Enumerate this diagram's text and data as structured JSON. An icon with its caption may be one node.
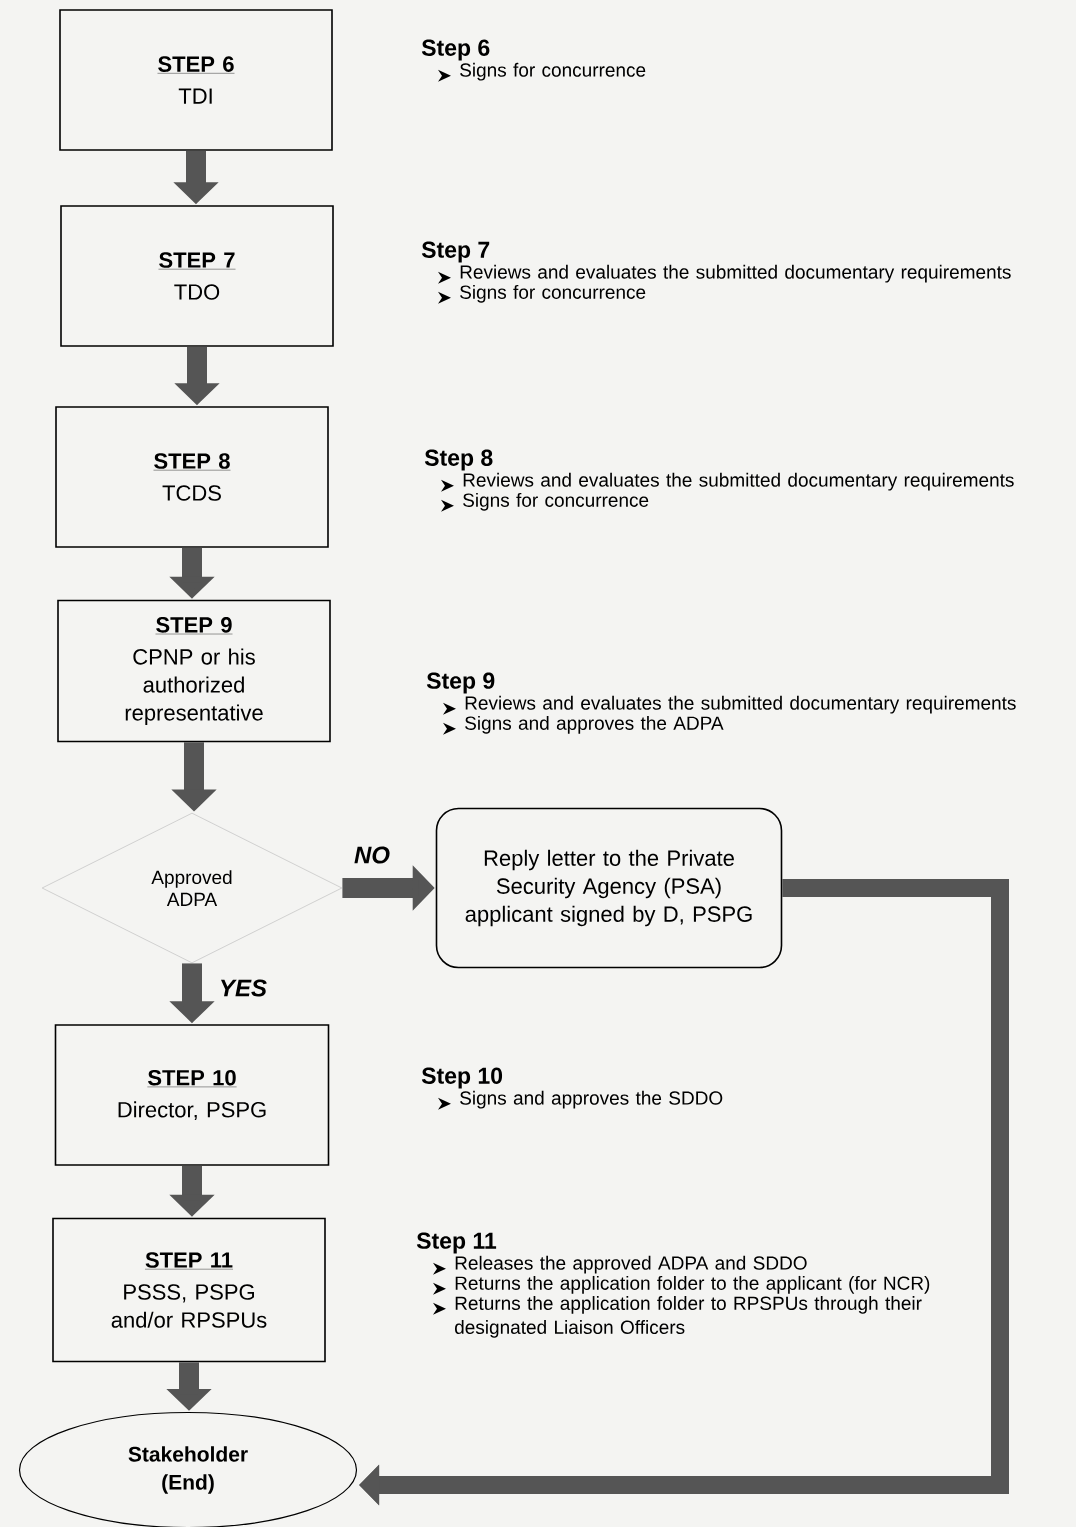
{
  "diagram": {
    "nodes": [
      {
        "text": [
          "STEP 6",
          "TDI"
        ],
        "beside": [
          "Step 6",
          "Signs for concurrence"
        ]
      },
      {
        "text": [
          "STEP 7",
          "TDO"
        ],
        "beside": [
          "Step 7",
          "Reviews and evaluates the submitted documentary requirements",
          "Signs for concurrence"
        ]
      },
      {
        "text": [
          "STEP 8",
          "TCDS"
        ],
        "beside": [
          "Step 8",
          "Reviews and evaluates the submitted documentary requirements",
          "Signs for concurrence"
        ]
      },
      {
        "text": [
          "STEP 9",
          "CPNP or his authorized representative"
        ],
        "beside": [
          "Step 9",
          "Reviews and evaluates the submitted documentary requirements",
          "Signs and approves the ADPA"
        ]
      },
      {
        "text": [
          "Approved ADPA"
        ]
      },
      {
        "text": [
          "Reply letter to the Private Security Agency (PSA) applicant signed by D, PSPG"
        ]
      },
      {
        "text": [
          "STEP 10",
          "Director, PSPG"
        ],
        "beside": [
          "Step 10",
          "Signs and approves the SDDO"
        ]
      },
      {
        "text": [
          "STEP 11",
          "PSSS, PSPG and/or RPSPUs"
        ],
        "beside": [
          "Step 11",
          "Releases the approved ADPA and SDDO",
          "Returns the application folder to the applicant (for NCR)",
          "Returns the application folder to RPSPUs through their designated Liaison Officers"
        ]
      },
      {
        "text": [
          "Stakeholder (End)"
        ]
      }
    ],
    "edges": [
      {
        "from": 0,
        "to": 1,
        "arrow": "to"
      },
      {
        "from": 1,
        "to": 2,
        "arrow": "to"
      },
      {
        "from": 2,
        "to": 3,
        "arrow": "to"
      },
      {
        "from": 3,
        "to": 4,
        "arrow": "to"
      },
      {
        "from": 4,
        "to": 5,
        "arrow": "to",
        "label": "NO"
      },
      {
        "from": 4,
        "to": 6,
        "arrow": "to",
        "label": "YES"
      },
      {
        "from": 6,
        "to": 7,
        "arrow": "to"
      },
      {
        "from": 7,
        "to": 8,
        "arrow": "to"
      },
      {
        "from": 5,
        "to": 8,
        "arrow": "to"
      }
    ]
  }
}
